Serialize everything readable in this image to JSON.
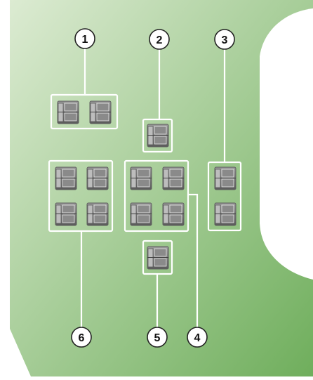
{
  "colors": {
    "panel_light": "#dcebd2",
    "panel_dark": "#6fae5c",
    "background": "#ffffff",
    "outline": "#ffffff",
    "callout_fill": "#ffffff",
    "callout_text": "#111111",
    "connector_dark": "#5e5e5e",
    "connector_light": "#bdbdbd"
  },
  "icons": {
    "connector": "relay-connector-icon"
  },
  "callouts": [
    {
      "label": "1"
    },
    {
      "label": "2"
    },
    {
      "label": "3"
    },
    {
      "label": "4"
    },
    {
      "label": "5"
    },
    {
      "label": "6"
    }
  ]
}
